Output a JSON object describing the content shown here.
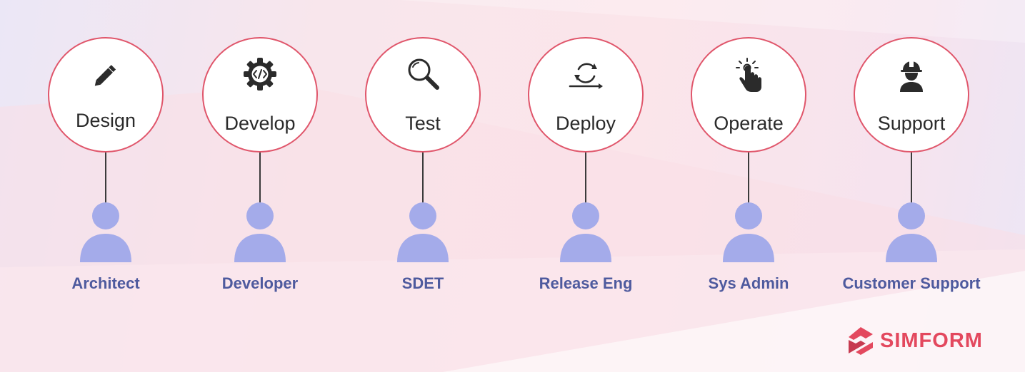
{
  "stages": [
    {
      "label": "Design",
      "icon": "pencil-icon",
      "role": "Architect"
    },
    {
      "label": "Develop",
      "icon": "code-gear-icon",
      "role": "Developer"
    },
    {
      "label": "Test",
      "icon": "magnifier-icon",
      "role": "SDET"
    },
    {
      "label": "Deploy",
      "icon": "cycle-arrows-icon",
      "role": "Release Eng"
    },
    {
      "label": "Operate",
      "icon": "tap-hand-icon",
      "role": "Sys Admin"
    },
    {
      "label": "Support",
      "icon": "worker-helmet-icon",
      "role": "Customer Support"
    }
  ],
  "brand": {
    "name": "SIMFORM"
  },
  "colors": {
    "circle_border": "#e0566b",
    "person_fill": "#a4abea",
    "role_text": "#4e5a9e",
    "brand": "#e3485e"
  }
}
